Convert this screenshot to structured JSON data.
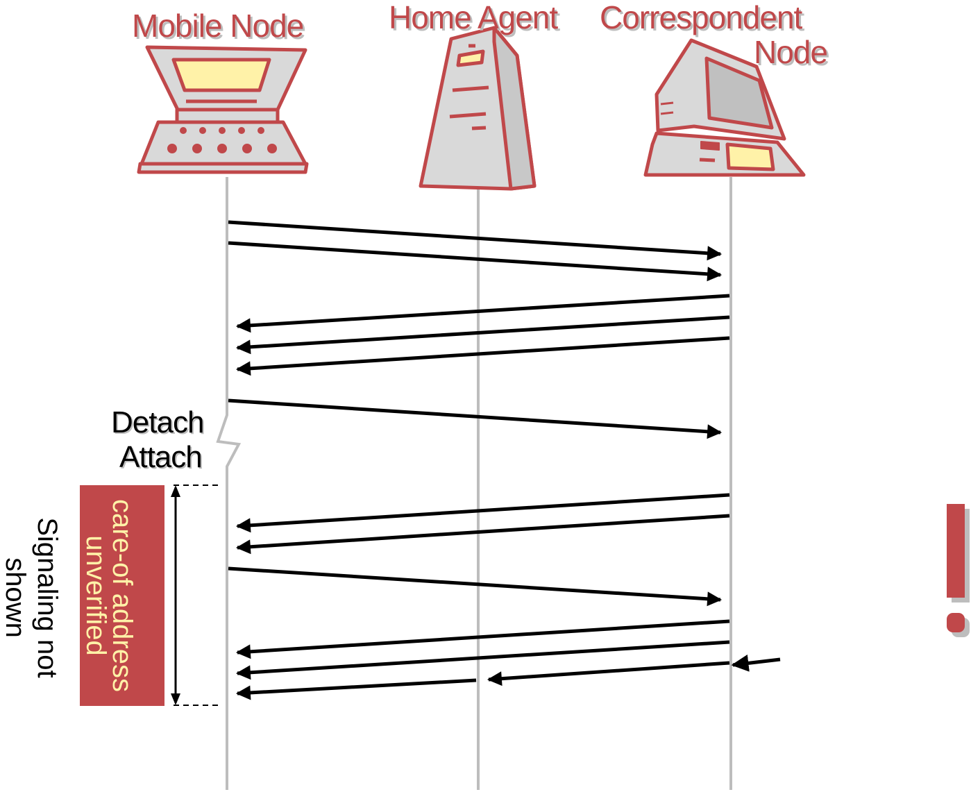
{
  "entities": {
    "mobile_node": "Mobile Node",
    "home_agent": "Home Agent",
    "correspondent_node_line1": "Correspondent",
    "correspondent_node_line2": "Node"
  },
  "events": {
    "detach": "Detach",
    "attach": "Attach"
  },
  "annotations": {
    "care_of_line1": "care-of address",
    "care_of_line2": "unverified",
    "signaling_line1": "Signaling not",
    "signaling_line2": "shown"
  },
  "colors": {
    "accent": "#c0484a",
    "screen": "#fff2a8",
    "device_gray": "#d9d9d9",
    "lifeline": "#bdbdbd",
    "arrow": "#000000",
    "label_shadow": "#bdbdbd"
  },
  "icons": {
    "mobile_node": "laptop-icon",
    "home_agent": "server-tower-icon",
    "correspondent_node": "desktop-computer-icon",
    "side_mark": "exclamation-icon"
  }
}
